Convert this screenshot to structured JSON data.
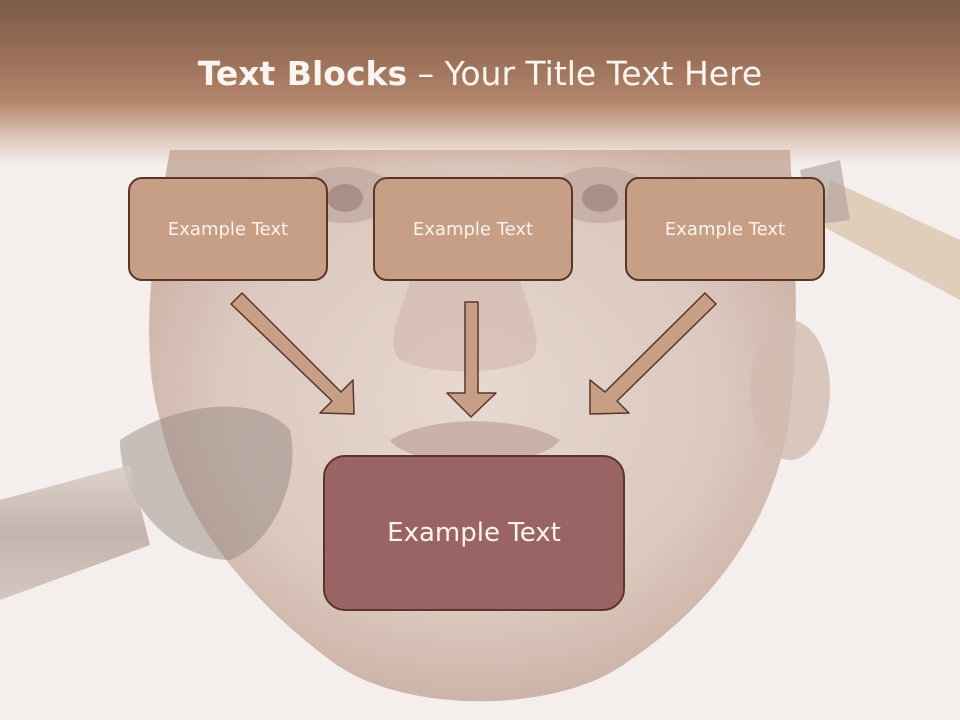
{
  "title": {
    "bold": "Text Blocks",
    "dash": " – ",
    "rest": "Your Title Text Here"
  },
  "boxes": {
    "left": "Example Text",
    "center": "Example Text",
    "right": "Example Text",
    "bottom": "Example Text"
  },
  "colors": {
    "header": "#9a7058",
    "box_small_fill": "#c79e86",
    "box_big_fill": "#9a6464",
    "box_border": "#5a3528",
    "arrow_fill": "#c79e86"
  }
}
